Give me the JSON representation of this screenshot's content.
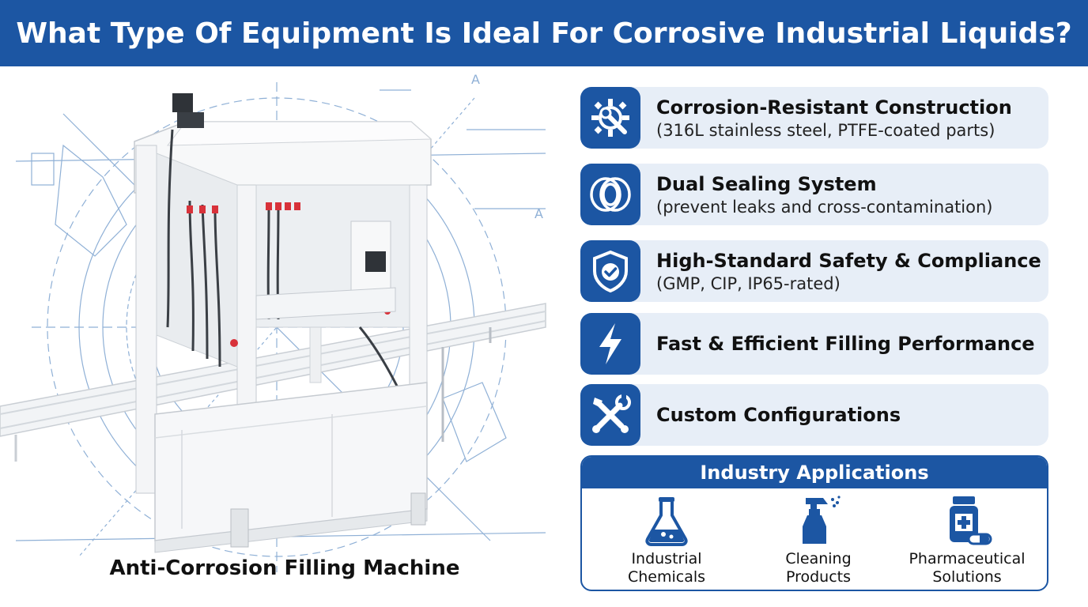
{
  "header": {
    "title": "What Type Of Equipment Is Ideal For Corrosive Industrial Liquids?"
  },
  "machine": {
    "caption": "Anti-Corrosion Filling Machine",
    "blueprint_label": "A"
  },
  "features": [
    {
      "title": "Corrosion-Resistant Construction",
      "subtitle": "(316L stainless steel, PTFE-coated parts)",
      "icon": "gear-wrench-icon"
    },
    {
      "title": "Dual Sealing System",
      "subtitle": "(prevent leaks and cross-contamination)",
      "icon": "seal-rings-icon"
    },
    {
      "title": "High-Standard Safety & Compliance",
      "subtitle": "(GMP, CIP, IP65-rated)",
      "icon": "shield-check-icon"
    },
    {
      "title": "Fast & Efficient Filling Performance",
      "subtitle": "",
      "icon": "lightning-icon"
    },
    {
      "title": "Custom Configurations",
      "subtitle": "",
      "icon": "crossed-tools-icon"
    }
  ],
  "industry": {
    "title": "Industry Applications",
    "items": [
      {
        "line1": "Industrial",
        "line2": "Chemicals",
        "icon": "flask-icon"
      },
      {
        "line1": "Cleaning",
        "line2": "Products",
        "icon": "spray-bottle-icon"
      },
      {
        "line1": "Pharmaceutical",
        "line2": "Solutions",
        "icon": "medicine-bottle-icon"
      }
    ]
  },
  "colors": {
    "brand_blue": "#1c56a3",
    "card_bg": "#e7eef7",
    "blueprint_line": "#8fb0d6"
  }
}
